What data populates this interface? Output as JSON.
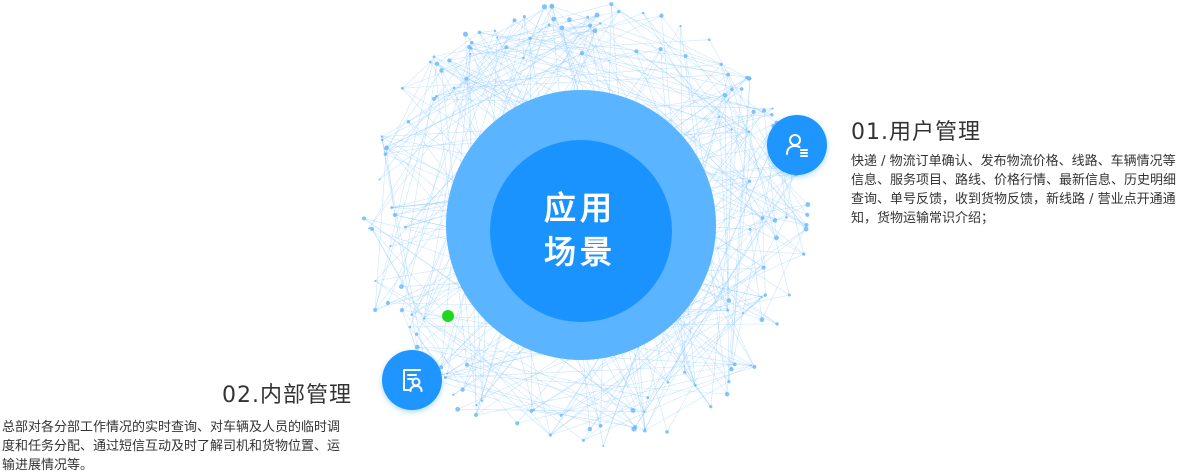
{
  "center": {
    "line1": "应用",
    "line2": "场景"
  },
  "sections": {
    "user": {
      "title": "01.用户管理",
      "desc": "快递 / 物流订单确认、发布物流价格、线路、车辆情况等信息、服务项目、路线、价格行情、最新信息、历史明细查询、单号反馈，收到货物反馈，新线路 / 营业点开通通知，货物运输常识介绍；",
      "icon": "user-list-icon"
    },
    "internal": {
      "title": "02.内部管理",
      "desc": "总部对各分部工作情况的实时查询、对车辆及人员的临时调度和任务分配、通过短信互动及时了解司机和货物位置、运输进展情况等。",
      "icon": "id-card-icon"
    }
  },
  "colors": {
    "outer_ring": "#5ab4ff",
    "inner_core": "#1b93ff",
    "badge": "#1e95ff",
    "network": "#8cc8ff",
    "green_dot": "#1ed81e"
  }
}
